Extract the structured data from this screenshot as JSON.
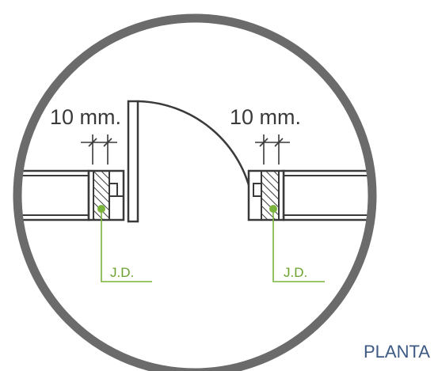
{
  "labels": {
    "dimension_left": "10 mm.",
    "dimension_right": "10 mm.",
    "joint_left": "J.D.",
    "joint_right": "J.D.",
    "view_title": "PLANTA"
  },
  "colors": {
    "outline": "#3a3a3a",
    "circle": "#6b6b6b",
    "joint_marker": "#7ab43c",
    "title": "#3d5a84"
  }
}
